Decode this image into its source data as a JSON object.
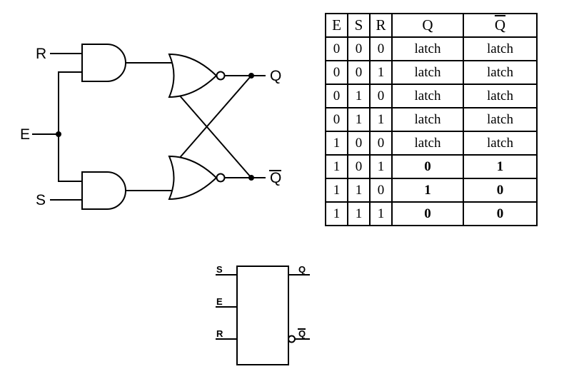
{
  "colors": {
    "ink": "#000000",
    "background": "#ffffff"
  },
  "circuit": {
    "labels": {
      "r": "R",
      "e": "E",
      "s": "S",
      "q": "Q",
      "qbar": "Q"
    }
  },
  "truth_table": {
    "headers": {
      "e": "E",
      "s": "S",
      "r": "R",
      "q": "Q",
      "qbar": "Q"
    },
    "rows": [
      {
        "e": "0",
        "s": "0",
        "r": "0",
        "q": "latch",
        "qbar": "latch"
      },
      {
        "e": "0",
        "s": "0",
        "r": "1",
        "q": "latch",
        "qbar": "latch"
      },
      {
        "e": "0",
        "s": "1",
        "r": "0",
        "q": "latch",
        "qbar": "latch"
      },
      {
        "e": "0",
        "s": "1",
        "r": "1",
        "q": "latch",
        "qbar": "latch"
      },
      {
        "e": "1",
        "s": "0",
        "r": "0",
        "q": "latch",
        "qbar": "latch"
      },
      {
        "e": "1",
        "s": "0",
        "r": "1",
        "q": "0",
        "qbar": "1"
      },
      {
        "e": "1",
        "s": "1",
        "r": "0",
        "q": "1",
        "qbar": "0"
      },
      {
        "e": "1",
        "s": "1",
        "r": "1",
        "q": "0",
        "qbar": "0"
      }
    ]
  },
  "block_symbol": {
    "inputs": {
      "s": "S",
      "e": "E",
      "r": "R"
    },
    "outputs": {
      "q": "Q",
      "qbar": "Q"
    }
  }
}
